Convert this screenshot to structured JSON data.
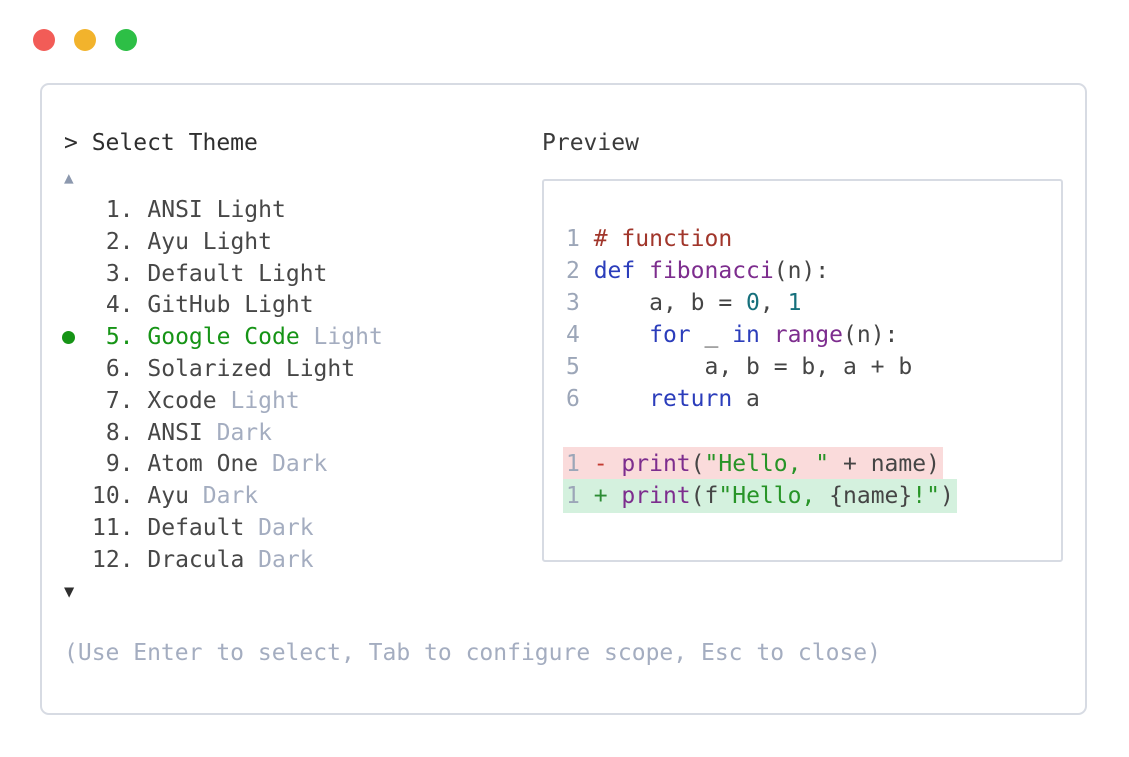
{
  "colors": {
    "traffic_red": "#f25c57",
    "traffic_yellow": "#f2b32c",
    "traffic_green": "#2dbf46",
    "border": "#d7dbe3",
    "text_prompt": "#2e2e2e",
    "text_dark": "#474747",
    "text_dim": "#a4adc0",
    "linenum": "#9ca6b8",
    "sel_green": "#169416",
    "arrow_up": "#8c98ae",
    "arrow_down": "#2f2f2f",
    "com": "#a1362b",
    "kwd": "#2b3dbb",
    "typ": "#7d2d8e",
    "lit": "#16707c",
    "str": "#279427",
    "pln": "#454545",
    "minus": "#c33b31",
    "plus": "#2c8c34",
    "removed_bg": "#fadbdb",
    "added_bg": "#d4f1de"
  },
  "window": {
    "traffic_lights": [
      {
        "name": "close",
        "color": "#f25c57"
      },
      {
        "name": "minimize",
        "color": "#f2b32c"
      },
      {
        "name": "maximize",
        "color": "#2dbf46"
      }
    ]
  },
  "theme_selector": {
    "prompt": "> Select Theme",
    "scroll_up_glyph": "▲",
    "scroll_down_glyph": "▼",
    "footer": "(Use Enter to select, Tab to configure scope, Esc to close)",
    "items": [
      {
        "num": "1",
        "selected": false,
        "parts": [
          {
            "text": "ANSI Light",
            "style": "dark"
          }
        ]
      },
      {
        "num": "2",
        "selected": false,
        "parts": [
          {
            "text": "Ayu Light",
            "style": "dark"
          }
        ]
      },
      {
        "num": "3",
        "selected": false,
        "parts": [
          {
            "text": "Default Light",
            "style": "dark"
          }
        ]
      },
      {
        "num": "4",
        "selected": false,
        "parts": [
          {
            "text": "GitHub Light",
            "style": "dark"
          }
        ]
      },
      {
        "num": "5",
        "selected": true,
        "parts": [
          {
            "text": "Google Code",
            "style": "green"
          },
          {
            "text": " Light",
            "style": "dim"
          }
        ]
      },
      {
        "num": "6",
        "selected": false,
        "parts": [
          {
            "text": "Solarized Light",
            "style": "dark"
          }
        ]
      },
      {
        "num": "7",
        "selected": false,
        "parts": [
          {
            "text": "Xcode",
            "style": "dark"
          },
          {
            "text": " Light",
            "style": "dim"
          }
        ]
      },
      {
        "num": "8",
        "selected": false,
        "parts": [
          {
            "text": "ANSI",
            "style": "dark"
          },
          {
            "text": " Dark",
            "style": "dim"
          }
        ]
      },
      {
        "num": "9",
        "selected": false,
        "parts": [
          {
            "text": "Atom One",
            "style": "dark"
          },
          {
            "text": " Dark",
            "style": "dim"
          }
        ]
      },
      {
        "num": "10",
        "selected": false,
        "parts": [
          {
            "text": "Ayu",
            "style": "dark"
          },
          {
            "text": " Dark",
            "style": "dim"
          }
        ]
      },
      {
        "num": "11",
        "selected": false,
        "parts": [
          {
            "text": "Default",
            "style": "dark"
          },
          {
            "text": " Dark",
            "style": "dim"
          }
        ]
      },
      {
        "num": "12",
        "selected": false,
        "parts": [
          {
            "text": "Dracula",
            "style": "dark"
          },
          {
            "text": " Dark",
            "style": "dim"
          }
        ]
      }
    ]
  },
  "preview": {
    "title": "Preview",
    "lines": [
      {
        "num": "1",
        "tokens": [
          {
            "t": "# function",
            "s": "com"
          }
        ]
      },
      {
        "num": "2",
        "tokens": [
          {
            "t": "def",
            "s": "kwd"
          },
          {
            "t": " ",
            "s": "pln"
          },
          {
            "t": "fibonacci",
            "s": "typ"
          },
          {
            "t": "(n):",
            "s": "pln"
          }
        ]
      },
      {
        "num": "3",
        "tokens": [
          {
            "t": "    a, b = ",
            "s": "pln"
          },
          {
            "t": "0",
            "s": "lit"
          },
          {
            "t": ", ",
            "s": "pln"
          },
          {
            "t": "1",
            "s": "lit"
          }
        ]
      },
      {
        "num": "4",
        "tokens": [
          {
            "t": "    ",
            "s": "pln"
          },
          {
            "t": "for",
            "s": "kwd"
          },
          {
            "t": " _ ",
            "s": "pln"
          },
          {
            "t": "in",
            "s": "kwd"
          },
          {
            "t": " ",
            "s": "pln"
          },
          {
            "t": "range",
            "s": "typ"
          },
          {
            "t": "(n):",
            "s": "pln"
          }
        ]
      },
      {
        "num": "5",
        "tokens": [
          {
            "t": "        a, b = b, a + b",
            "s": "pln"
          }
        ]
      },
      {
        "num": "6",
        "tokens": [
          {
            "t": "    ",
            "s": "pln"
          },
          {
            "t": "return",
            "s": "kwd"
          },
          {
            "t": " a",
            "s": "pln"
          }
        ]
      },
      {
        "spacer": true
      },
      {
        "num": "1",
        "bg": "removed",
        "tokens": [
          {
            "t": "-",
            "s": "minus"
          },
          {
            "t": " ",
            "s": "pln"
          },
          {
            "t": "print",
            "s": "typ"
          },
          {
            "t": "(",
            "s": "pln"
          },
          {
            "t": "\"Hello, \"",
            "s": "str"
          },
          {
            "t": " + name)",
            "s": "pln"
          }
        ]
      },
      {
        "num": "1",
        "bg": "added",
        "tokens": [
          {
            "t": "+",
            "s": "plus"
          },
          {
            "t": " ",
            "s": "pln"
          },
          {
            "t": "print",
            "s": "typ"
          },
          {
            "t": "(f",
            "s": "pln"
          },
          {
            "t": "\"Hello, ",
            "s": "str"
          },
          {
            "t": "{name}",
            "s": "pln"
          },
          {
            "t": "!\"",
            "s": "str"
          },
          {
            "t": ")",
            "s": "pln"
          }
        ]
      }
    ]
  }
}
